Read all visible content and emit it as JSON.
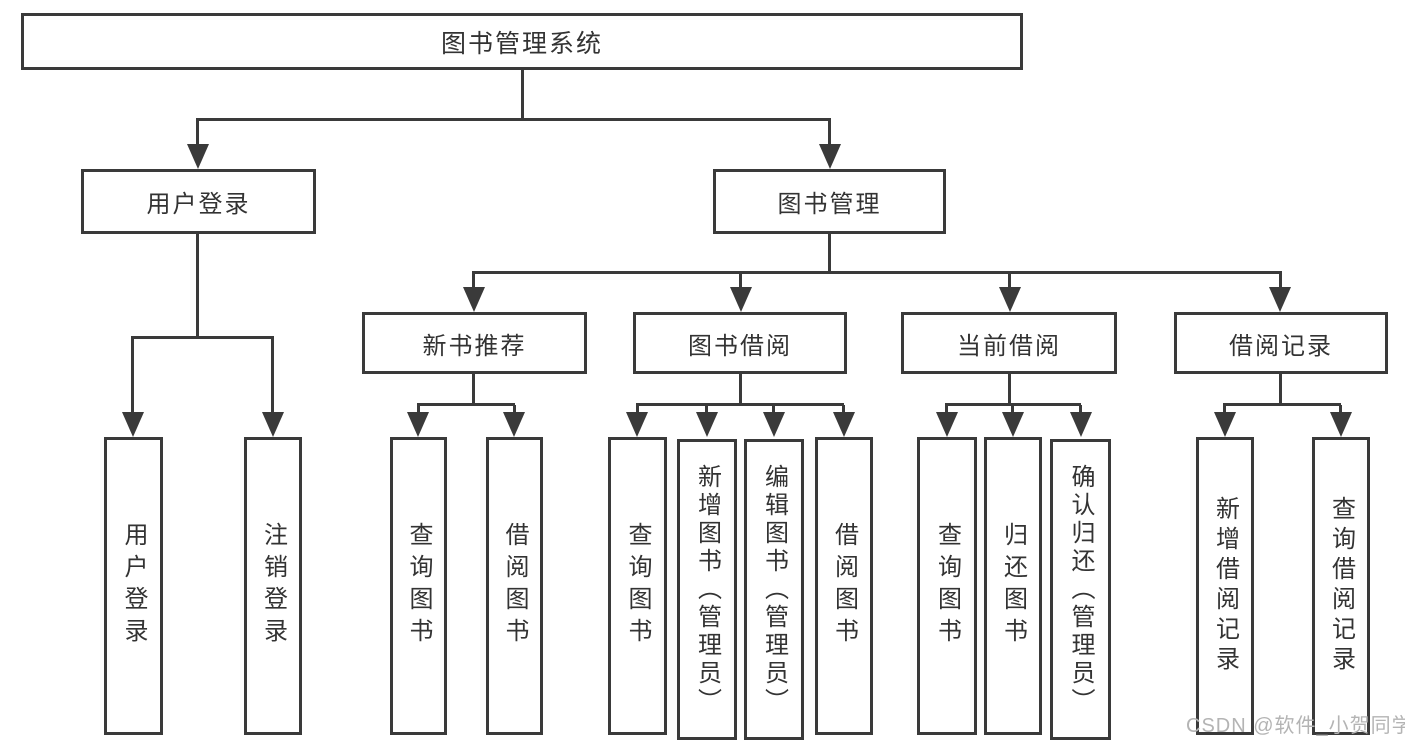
{
  "diagram": {
    "root": {
      "label": "图书管理系统"
    },
    "branches": [
      {
        "label": "用户登录",
        "children": [
          "用户登录",
          "注销登录"
        ]
      },
      {
        "label": "图书管理",
        "groups": [
          {
            "label": "新书推荐",
            "children": [
              "查询图书",
              "借阅图书"
            ]
          },
          {
            "label": "图书借阅",
            "children": [
              "查询图书",
              "新增图书（管理员）",
              "编辑图书（管理员）",
              "借阅图书"
            ]
          },
          {
            "label": "当前借阅",
            "children": [
              "查询图书",
              "归还图书",
              "确认归还（管理员）"
            ]
          },
          {
            "label": "借阅记录",
            "children": [
              "新增借阅记录",
              "查询借阅记录"
            ]
          }
        ]
      }
    ],
    "line_color": "#3a3a3a"
  },
  "watermark": "CSDN @软件_小贺同学"
}
